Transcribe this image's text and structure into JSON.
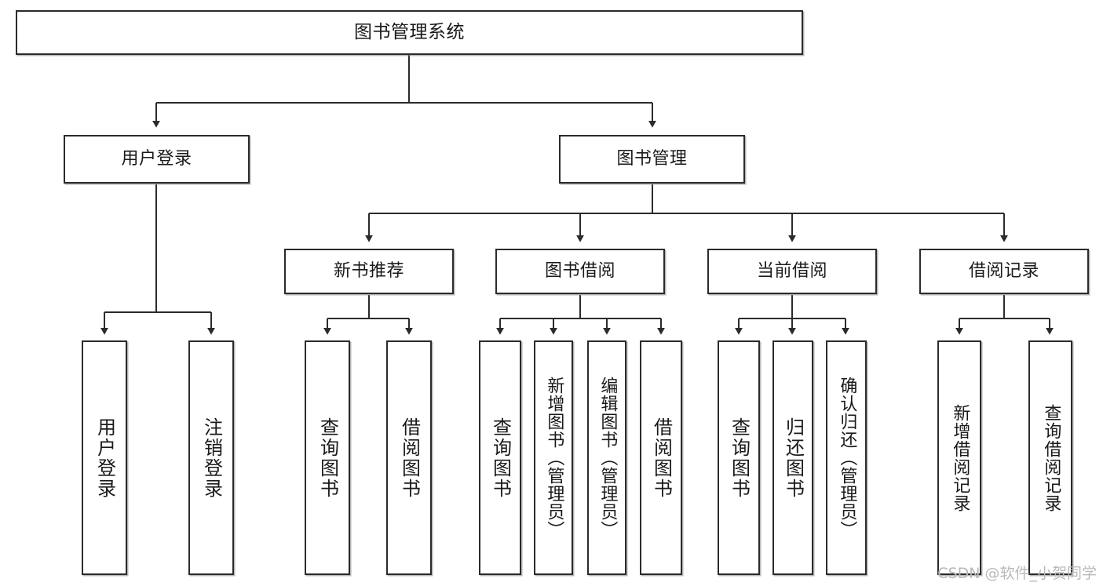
{
  "diagram": {
    "title": "图书管理系统",
    "type": "tree-hierarchy",
    "watermark": "CSDN @软件_小贺同学",
    "accent_color": "#2b2b2b",
    "background_color": "#ffffff",
    "root": {
      "label": "图书管理系统"
    },
    "level2": [
      {
        "label": "用户登录"
      },
      {
        "label": "图书管理"
      }
    ],
    "level3": [
      {
        "label": "新书推荐"
      },
      {
        "label": "图书借阅"
      },
      {
        "label": "当前借阅"
      },
      {
        "label": "借阅记录"
      }
    ],
    "leaves": [
      {
        "label": "用户登录"
      },
      {
        "label": "注销登录"
      },
      {
        "label": "查询图书"
      },
      {
        "label": "借阅图书"
      },
      {
        "label": "查询图书"
      },
      {
        "label": "新增图书（管理员）"
      },
      {
        "label": "编辑图书（管理员）"
      },
      {
        "label": "借阅图书"
      },
      {
        "label": "查询图书"
      },
      {
        "label": "归还图书"
      },
      {
        "label": "确认归还（管理员）"
      },
      {
        "label": "新增借阅记录"
      },
      {
        "label": "查询借阅记录"
      }
    ]
  }
}
